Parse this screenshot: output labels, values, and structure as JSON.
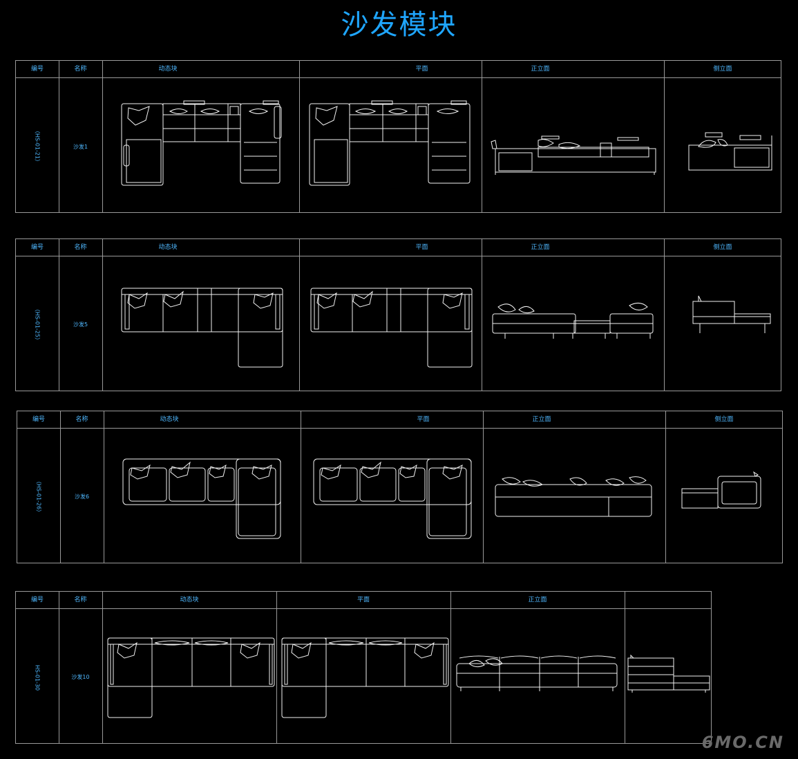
{
  "title": "沙发模块",
  "headers": {
    "code": "编号",
    "name": "名称",
    "dynamic": "动态块",
    "plan": "平面",
    "front": "正立面",
    "side": "侧立面"
  },
  "rows": [
    {
      "code": "（HS-01-21）",
      "name": "沙发1"
    },
    {
      "code": "（HS-01-25）",
      "name": "沙发5"
    },
    {
      "code": "（HS-01-26）",
      "name": "沙发6"
    },
    {
      "code": "HS-01-30",
      "name": "沙发10"
    }
  ],
  "watermark": "6MO.CN"
}
